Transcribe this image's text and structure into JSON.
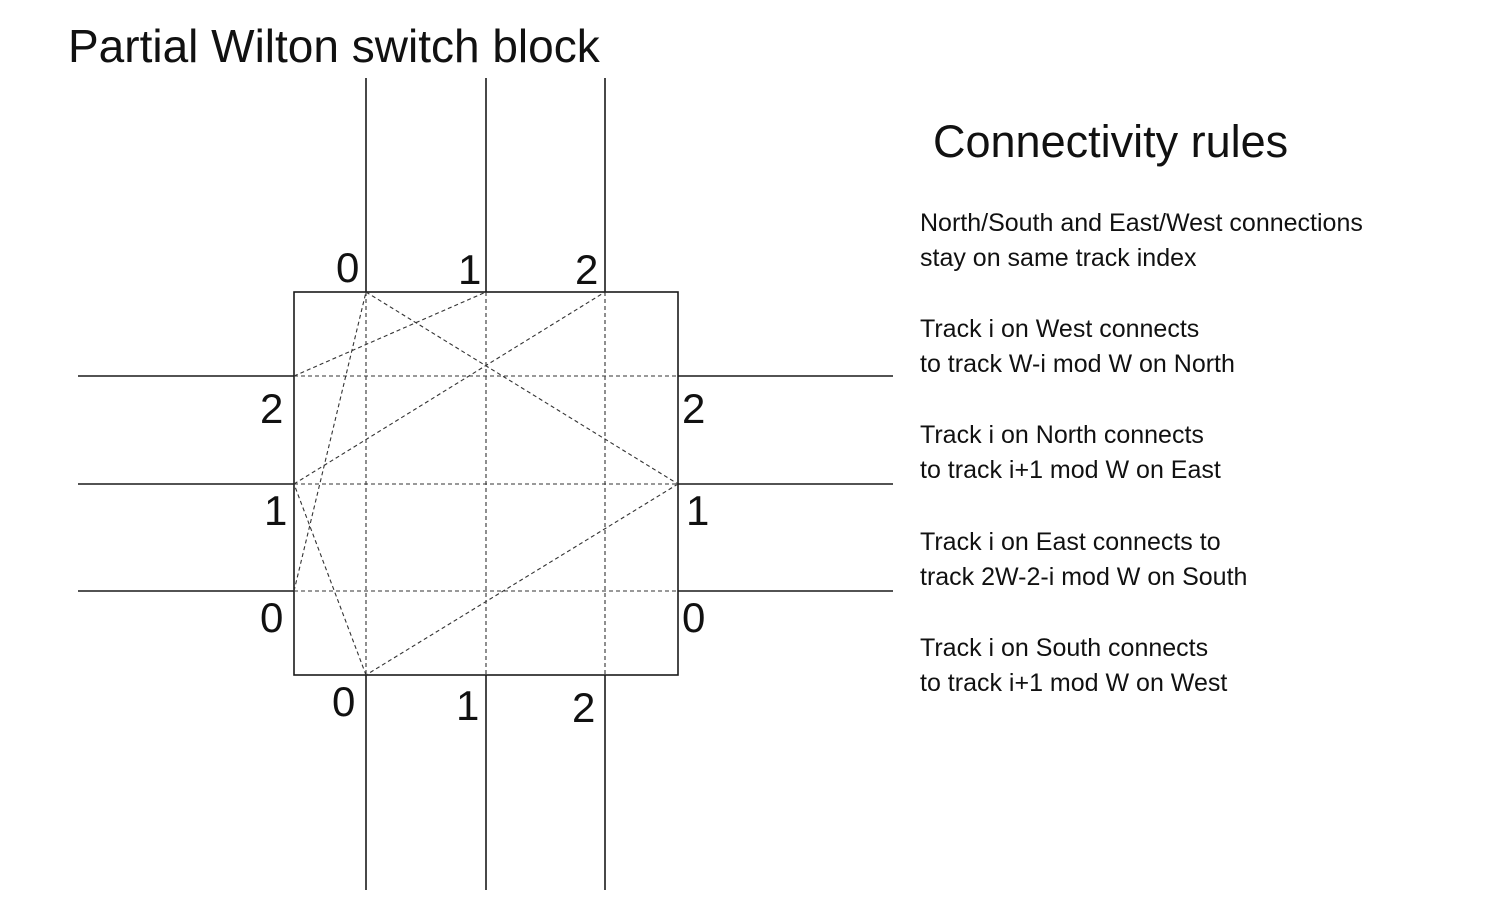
{
  "title": "Partial Wilton switch block",
  "rules": {
    "heading": "Connectivity rules",
    "items": [
      {
        "line1": "North/South and East/West connections",
        "line2": "stay on same track index"
      },
      {
        "line1": "Track i on West connects",
        "line2": "to track W-i mod W on North"
      },
      {
        "line1": "Track i on North connects",
        "line2": "to track i+1 mod W on East"
      },
      {
        "line1": "Track i on East connects to",
        "line2": "track 2W-2-i mod W on South"
      },
      {
        "line1": "Track i on South connects",
        "line2": "to track i+1 mod W on West"
      }
    ]
  },
  "labels": {
    "north": [
      "0",
      "1",
      "2"
    ],
    "south": [
      "0",
      "1",
      "2"
    ],
    "west": [
      "2",
      "1",
      "0"
    ],
    "east": [
      "2",
      "1",
      "0"
    ]
  },
  "colors": {
    "line": "#1a1a1a",
    "text": "#111111",
    "background": "#ffffff"
  }
}
